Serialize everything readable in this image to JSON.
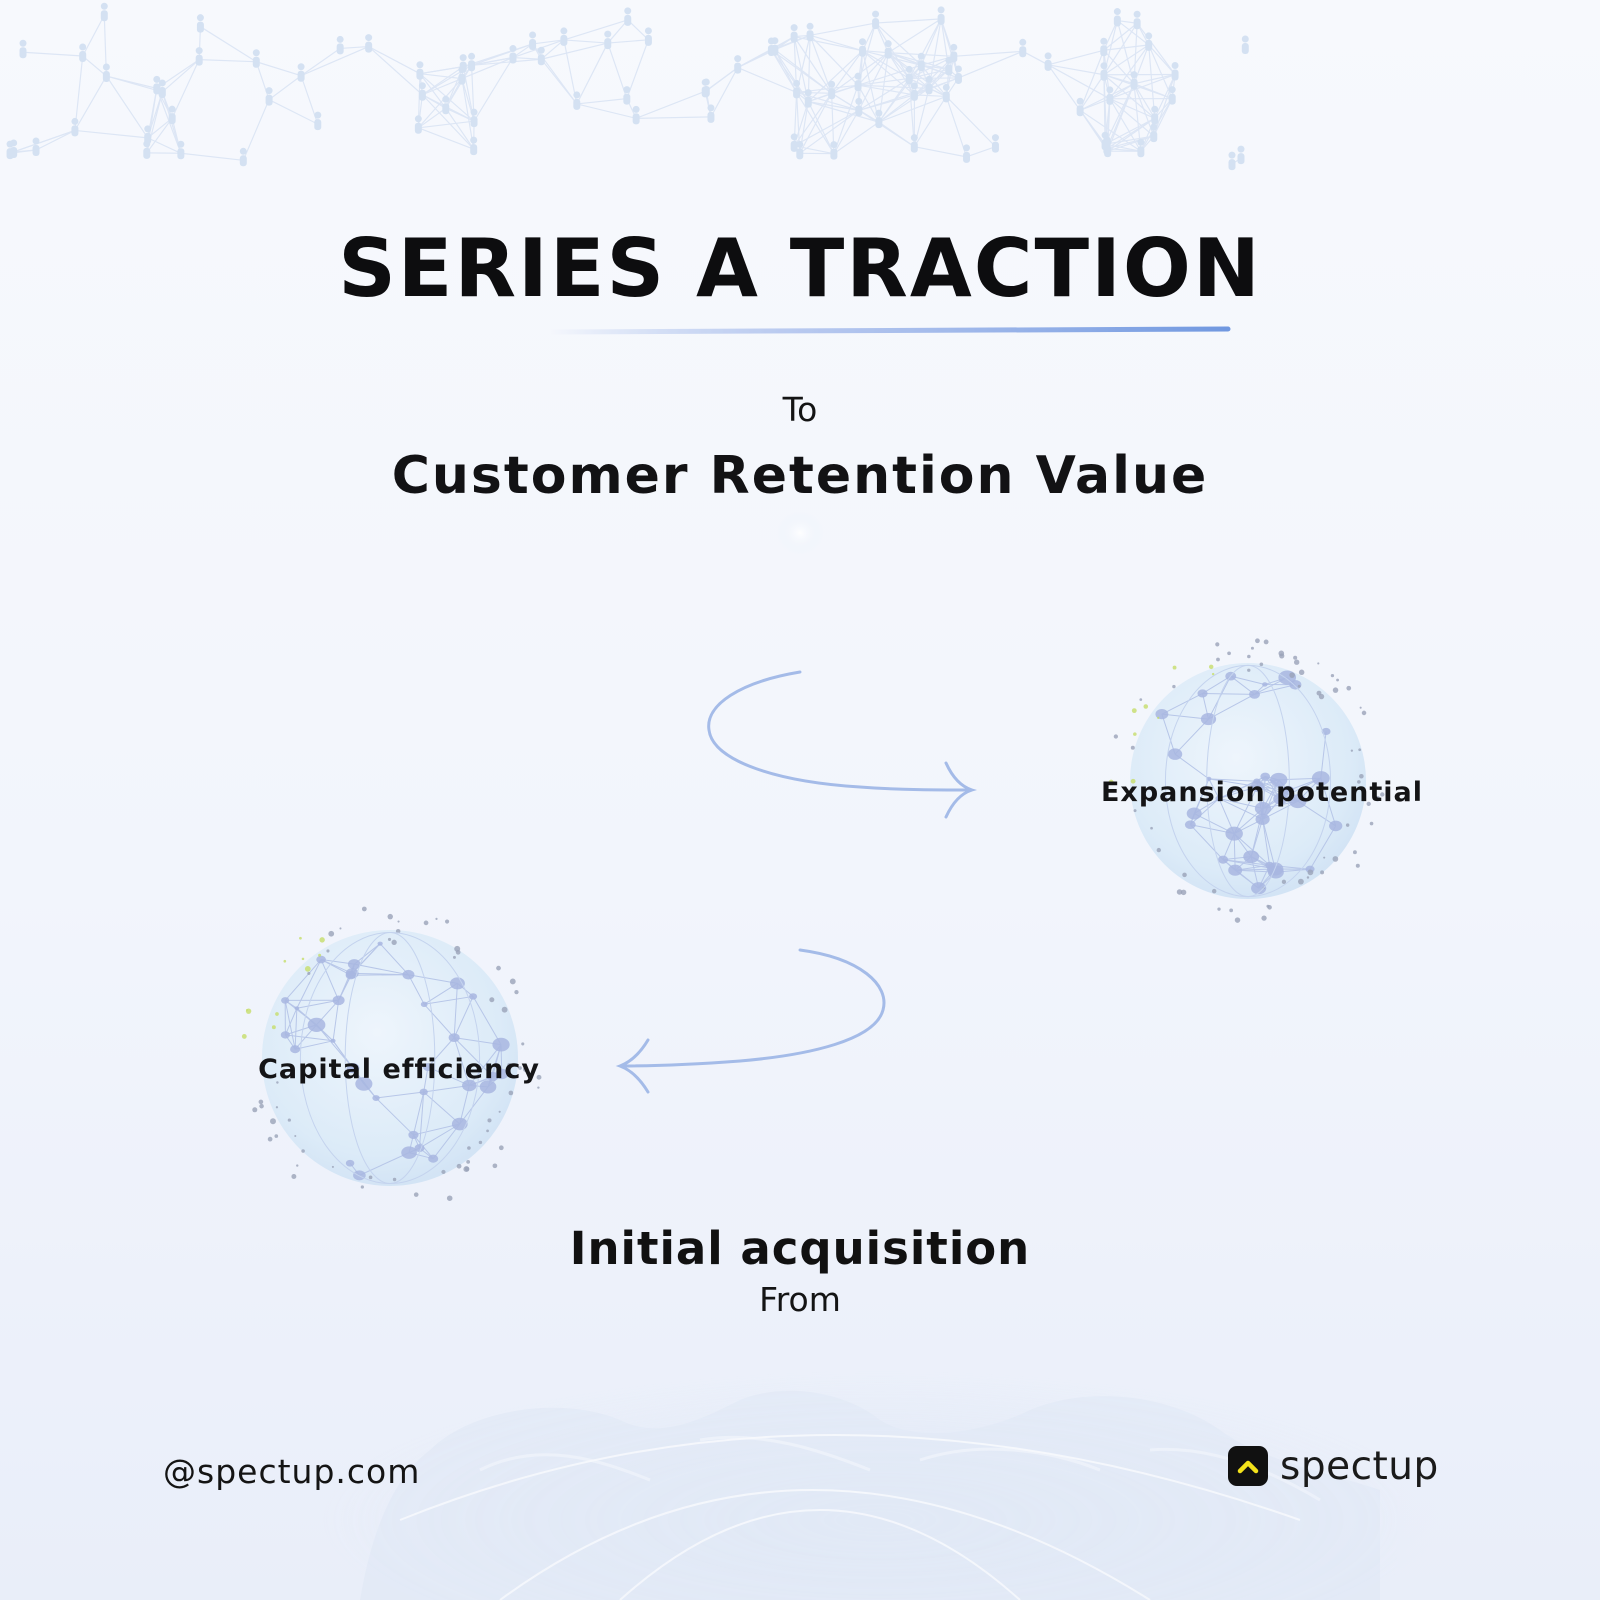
{
  "title": "SERIES A TRACTION",
  "flow": {
    "to_label": "To",
    "top_label": "Customer Retention Value",
    "bottom_label": "Initial acquisition",
    "from_label": "From"
  },
  "nodes": {
    "right": {
      "label": "Expansion potential"
    },
    "left": {
      "label": "Capital efficiency"
    }
  },
  "footer": {
    "handle": "@spectup.com",
    "brand": "spectup"
  },
  "colors": {
    "title_text": "#0d0d0f",
    "underline": "#7ea0e2",
    "flow_line": "#a9bfe9",
    "flow_line_end": "#d7a5ea",
    "globe_fill": "#dceaf7",
    "globe_nodes": "#9fb0df",
    "brand_icon_bg": "#111111",
    "brand_icon_accent": "#f3e21a"
  },
  "icons": {
    "brand_logo": "chevron-up-icon"
  }
}
